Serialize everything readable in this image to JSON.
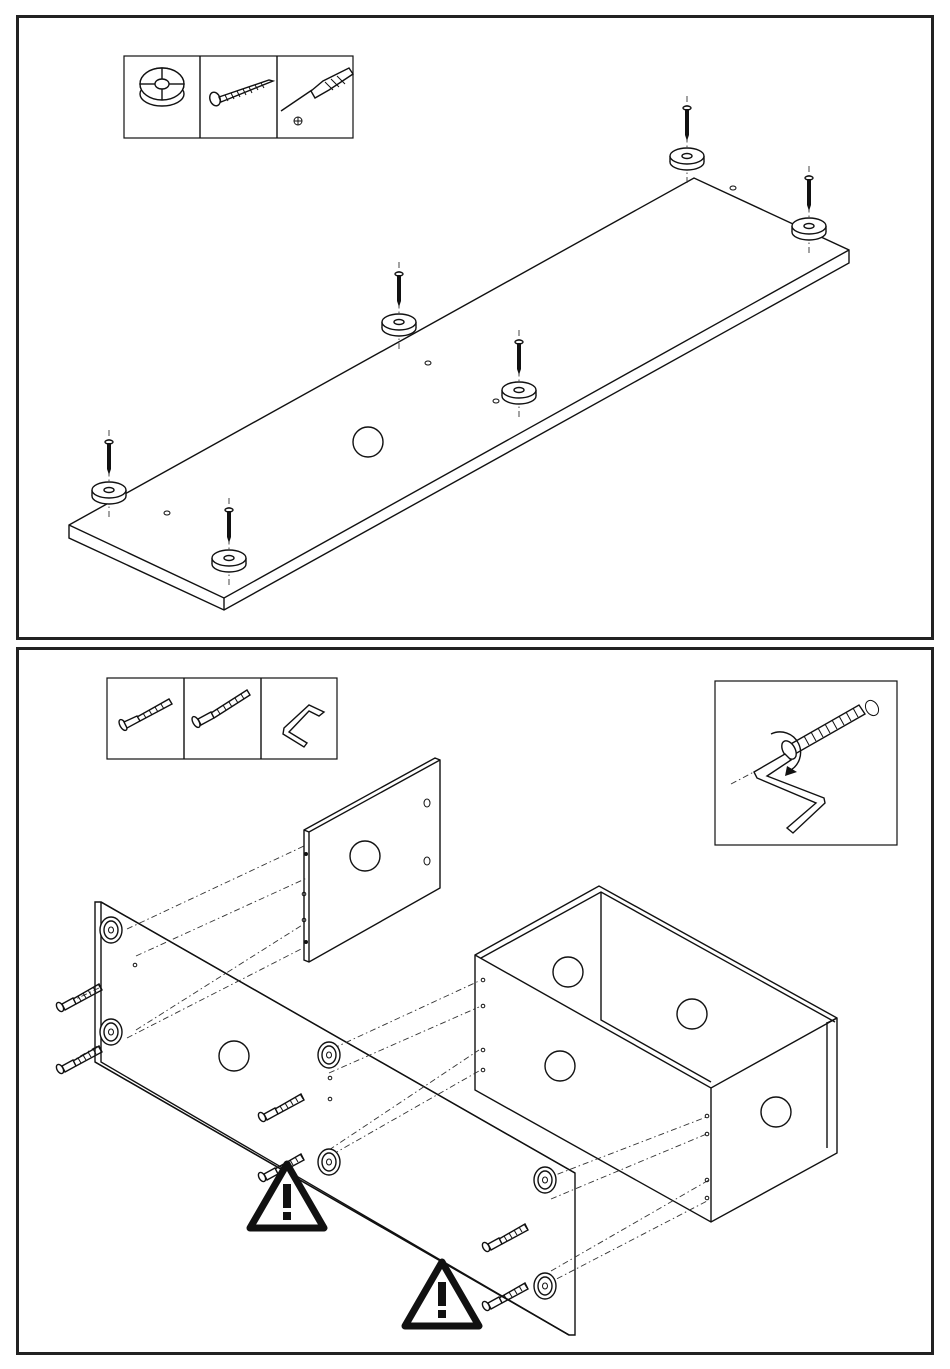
{
  "steps": [
    {
      "hardware": [
        "glide-foot",
        "screw",
        "phillips-screwdriver"
      ],
      "parts": [
        "bottom-panel"
      ],
      "part_labels": [
        ""
      ]
    },
    {
      "hardware": [
        "cam-bolt",
        "long-screw",
        "allen-key"
      ],
      "parts": [
        "side-panel",
        "back-panel",
        "cabinet-box"
      ],
      "inset": "allen-key-tightening-detail",
      "warnings": [
        "warning-icon",
        "warning-icon"
      ]
    }
  ],
  "colors": {
    "line": "#111111",
    "background": "#ffffff"
  }
}
